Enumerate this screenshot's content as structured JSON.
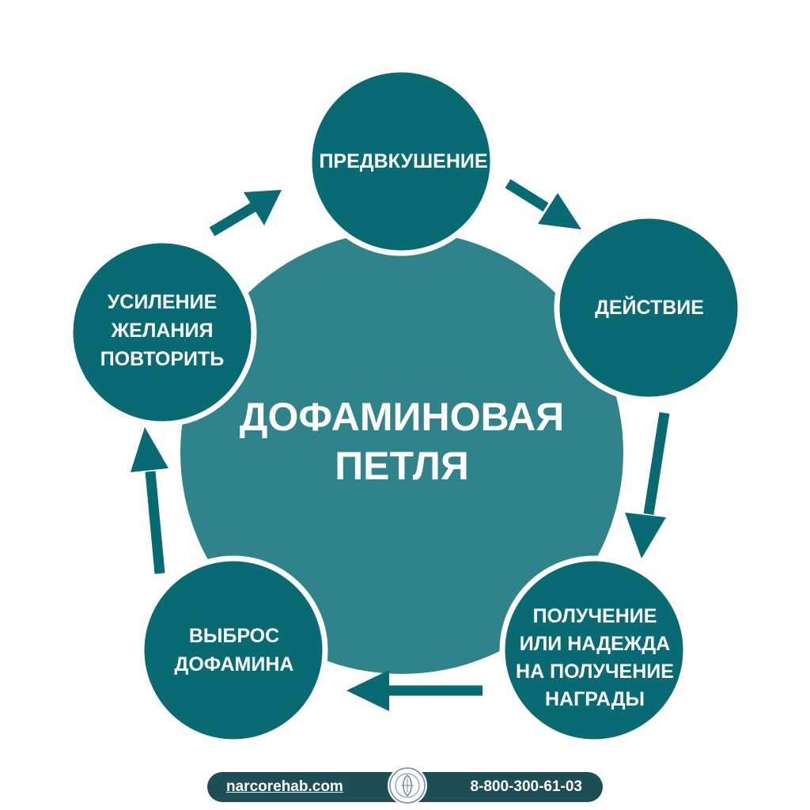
{
  "center": {
    "line1": "ДОФАМИНОВАЯ",
    "line2": "ПЕТЛЯ"
  },
  "nodes": {
    "anticipation": {
      "lines": [
        "ПРЕДВКУШЕНИЕ"
      ]
    },
    "action": {
      "lines": [
        "ДЕЙСТВИЕ"
      ]
    },
    "reward": {
      "lines": [
        "ПОЛУЧЕНИЕ",
        "ИЛИ НАДЕЖДА",
        "НА ПОЛУЧЕНИЕ",
        "НАГРАДЫ"
      ]
    },
    "dopamine": {
      "lines": [
        "ВЫБРОС",
        "ДОФАМИНА"
      ]
    },
    "repeat": {
      "lines": [
        "УСИЛЕНИЕ",
        "ЖЕЛАНИЯ",
        "ПОВТОРИТЬ"
      ]
    }
  },
  "footer": {
    "website": "narcorehab.com",
    "phone": "8-800-300-61-03"
  },
  "colors": {
    "dark_teal": "#086a73",
    "center_teal": "#2f838b",
    "footer": "#1e4e56"
  }
}
